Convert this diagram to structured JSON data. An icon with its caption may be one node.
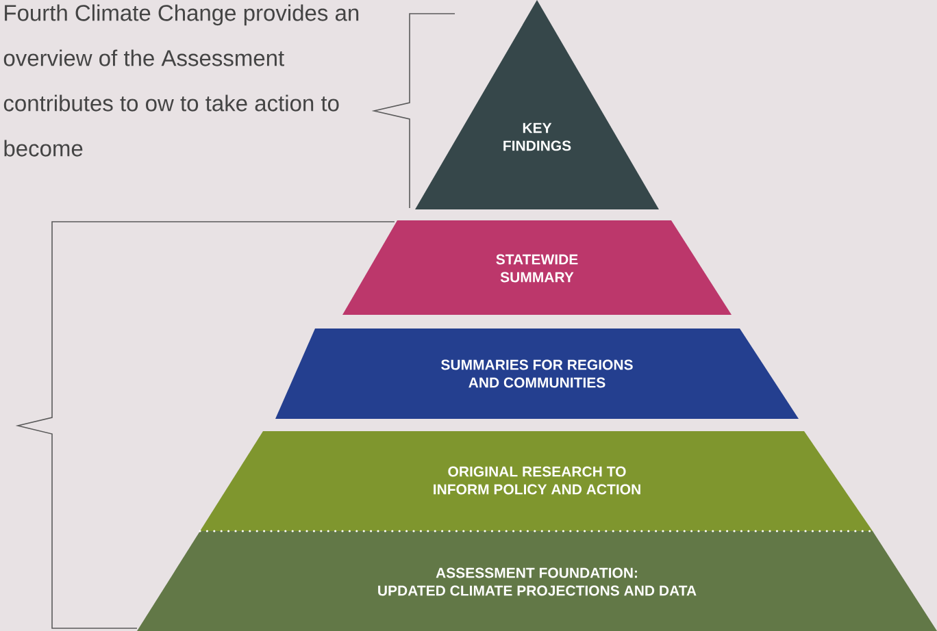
{
  "diagram": {
    "nodes": [
      {
        "text": [
          "KEY FINDINGS"
        ]
      },
      {
        "text": [
          "STATEWIDE SUMMARY"
        ]
      },
      {
        "text": [
          "SUMMARIES FOR REGIONS AND COMMUNITIES"
        ]
      },
      {
        "text": [
          "ORIGINAL RESEARCH TO INFORM POLICY AND ACTION"
        ]
      },
      {
        "text": [
          "ASSESSMENT FOUNDATION: UPDATED CLIMATE PROJECTIONS AND DATA"
        ]
      }
    ],
    "labels": [
      "Fourth Climate Change provides an overview of the Assessment contributes to ow to take action to become"
    ]
  }
}
